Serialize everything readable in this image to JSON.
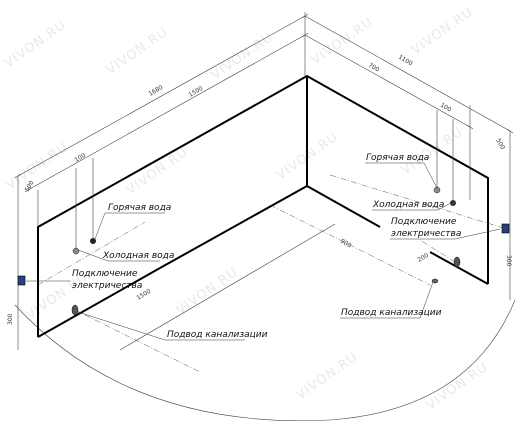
{
  "watermark": "VIVON.RU",
  "dimensions": {
    "left_overall": "1680",
    "left_inner": "1500",
    "right_overall": "1100",
    "right_inner": "700",
    "left_tap_offset": "100",
    "right_tap_offset": "100",
    "left_height": "500",
    "right_height": "500",
    "left_socket_height": "300",
    "right_socket_height": "300",
    "left_drain": "1500",
    "right_drain": "900",
    "right_drain_offset": "200"
  },
  "labels": {
    "hot_water": "Горячая вода",
    "cold_water": "Холодная вода",
    "electric_line1": "Подключение",
    "electric_line2": "электричества",
    "drain": "Подвод канализации"
  }
}
